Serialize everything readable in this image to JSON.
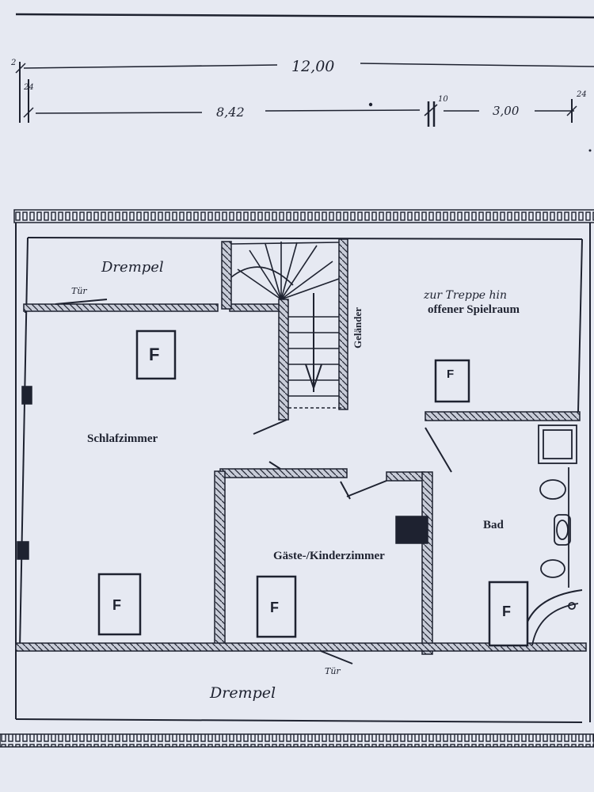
{
  "dimensions": {
    "total_width": "12,00",
    "left_segment": "8,42",
    "right_segment": "3,00",
    "small_2": "2",
    "small_24": "24",
    "small_10": "10",
    "small_24_right": "24"
  },
  "labels": {
    "drempel_top": "Drempel",
    "door_top": "Tür",
    "railing": "Geländer",
    "to_stairs": "zur Treppe hin",
    "open_play_area": "offener Spielraum",
    "bedroom": "Schlafzimmer",
    "guest_kids_room": "Gäste-/Kinderzimmer",
    "bathroom": "Bad",
    "drempel_bottom": "Drempel",
    "door_bottom": "Tür"
  },
  "window_symbol": "F",
  "colors": {
    "paper": "#e6e9f2",
    "ink": "#1e2230",
    "wall_fill": "#c8ccd8"
  }
}
